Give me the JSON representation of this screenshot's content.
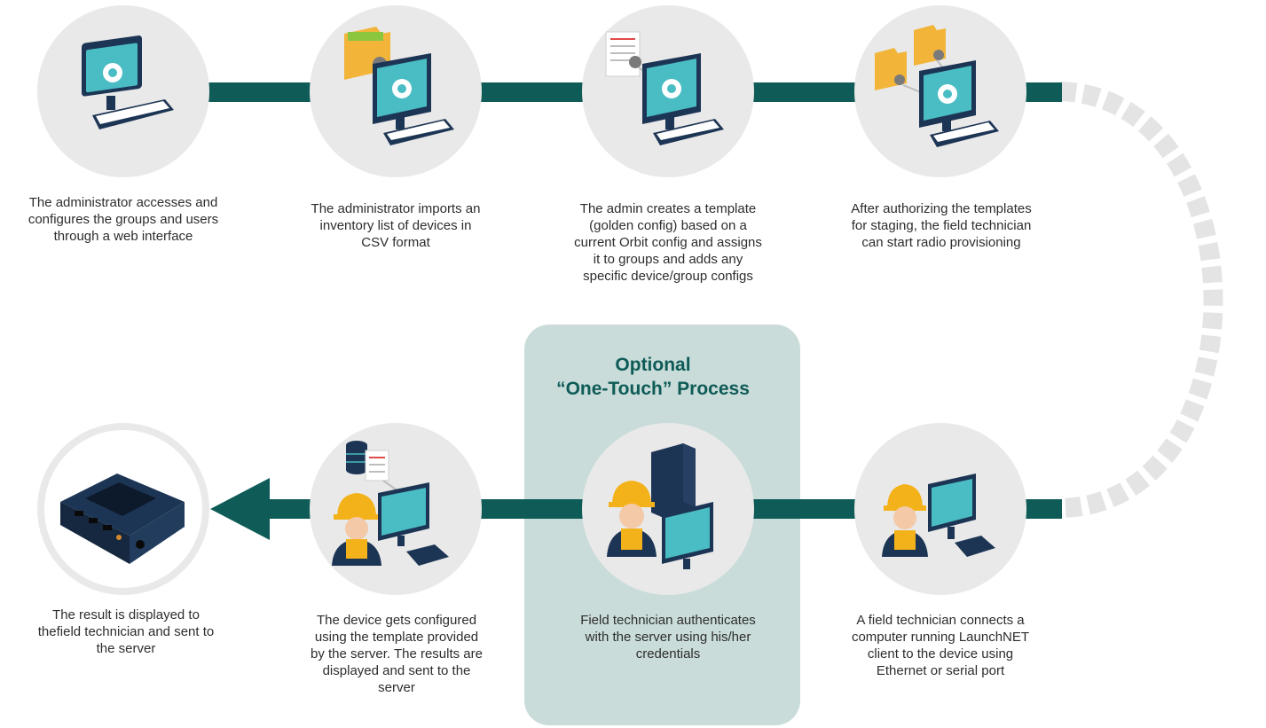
{
  "optional_process": {
    "line1": "Optional",
    "line2": "“One-Touch” Process"
  },
  "steps": [
    {
      "id": "step-1",
      "icon": "monitor-gear-keyboard-icon",
      "caption": [
        "The administrator accesses and",
        "configures the groups and users",
        "through a web interface"
      ]
    },
    {
      "id": "step-2",
      "icon": "folder-gear-computer-icon",
      "caption": [
        "The administrator imports an",
        "inventory list of devices in",
        "CSV format"
      ]
    },
    {
      "id": "step-3",
      "icon": "document-gear-computer-icon",
      "caption": [
        "The admin creates a template",
        "(golden config) based on a",
        "current Orbit config and assigns",
        "it to groups and adds any",
        "specific device/group configs"
      ]
    },
    {
      "id": "step-4",
      "icon": "two-folders-computer-icon",
      "caption": [
        "After authorizing the templates",
        "for staging, the field technician",
        "can start radio provisioning"
      ]
    },
    {
      "id": "step-5",
      "icon": "technician-monitor-radio-icon",
      "caption": [
        "A field technician connects a",
        "computer running LaunchNET",
        "client to the device using",
        "Ethernet or serial port"
      ]
    },
    {
      "id": "step-6",
      "icon": "technician-server-monitor-icon",
      "caption": [
        "Field technician authenticates",
        "with the server using his/her",
        "credentials"
      ]
    },
    {
      "id": "step-7",
      "icon": "technician-database-radio-icon",
      "caption": [
        "The device gets configured",
        "using the template provided",
        "by the server. The results are",
        "displayed and sent to the",
        "server"
      ]
    },
    {
      "id": "step-8",
      "icon": "radio-device-icon",
      "caption": [
        "The result is displayed to",
        "thefield technician and sent to",
        "the server"
      ]
    }
  ],
  "colors": {
    "connector": "#0e5b57",
    "circle": "#e9e9e9",
    "dashed_connector": "#e4e4e4",
    "optional_box": "#c9dcd9",
    "optional_title": "#0e5b57",
    "monitor_screen": "#49bcc4",
    "device_dark": "#1d3554",
    "hardhat": "#f3b21a",
    "folder": "#f2b53a"
  }
}
